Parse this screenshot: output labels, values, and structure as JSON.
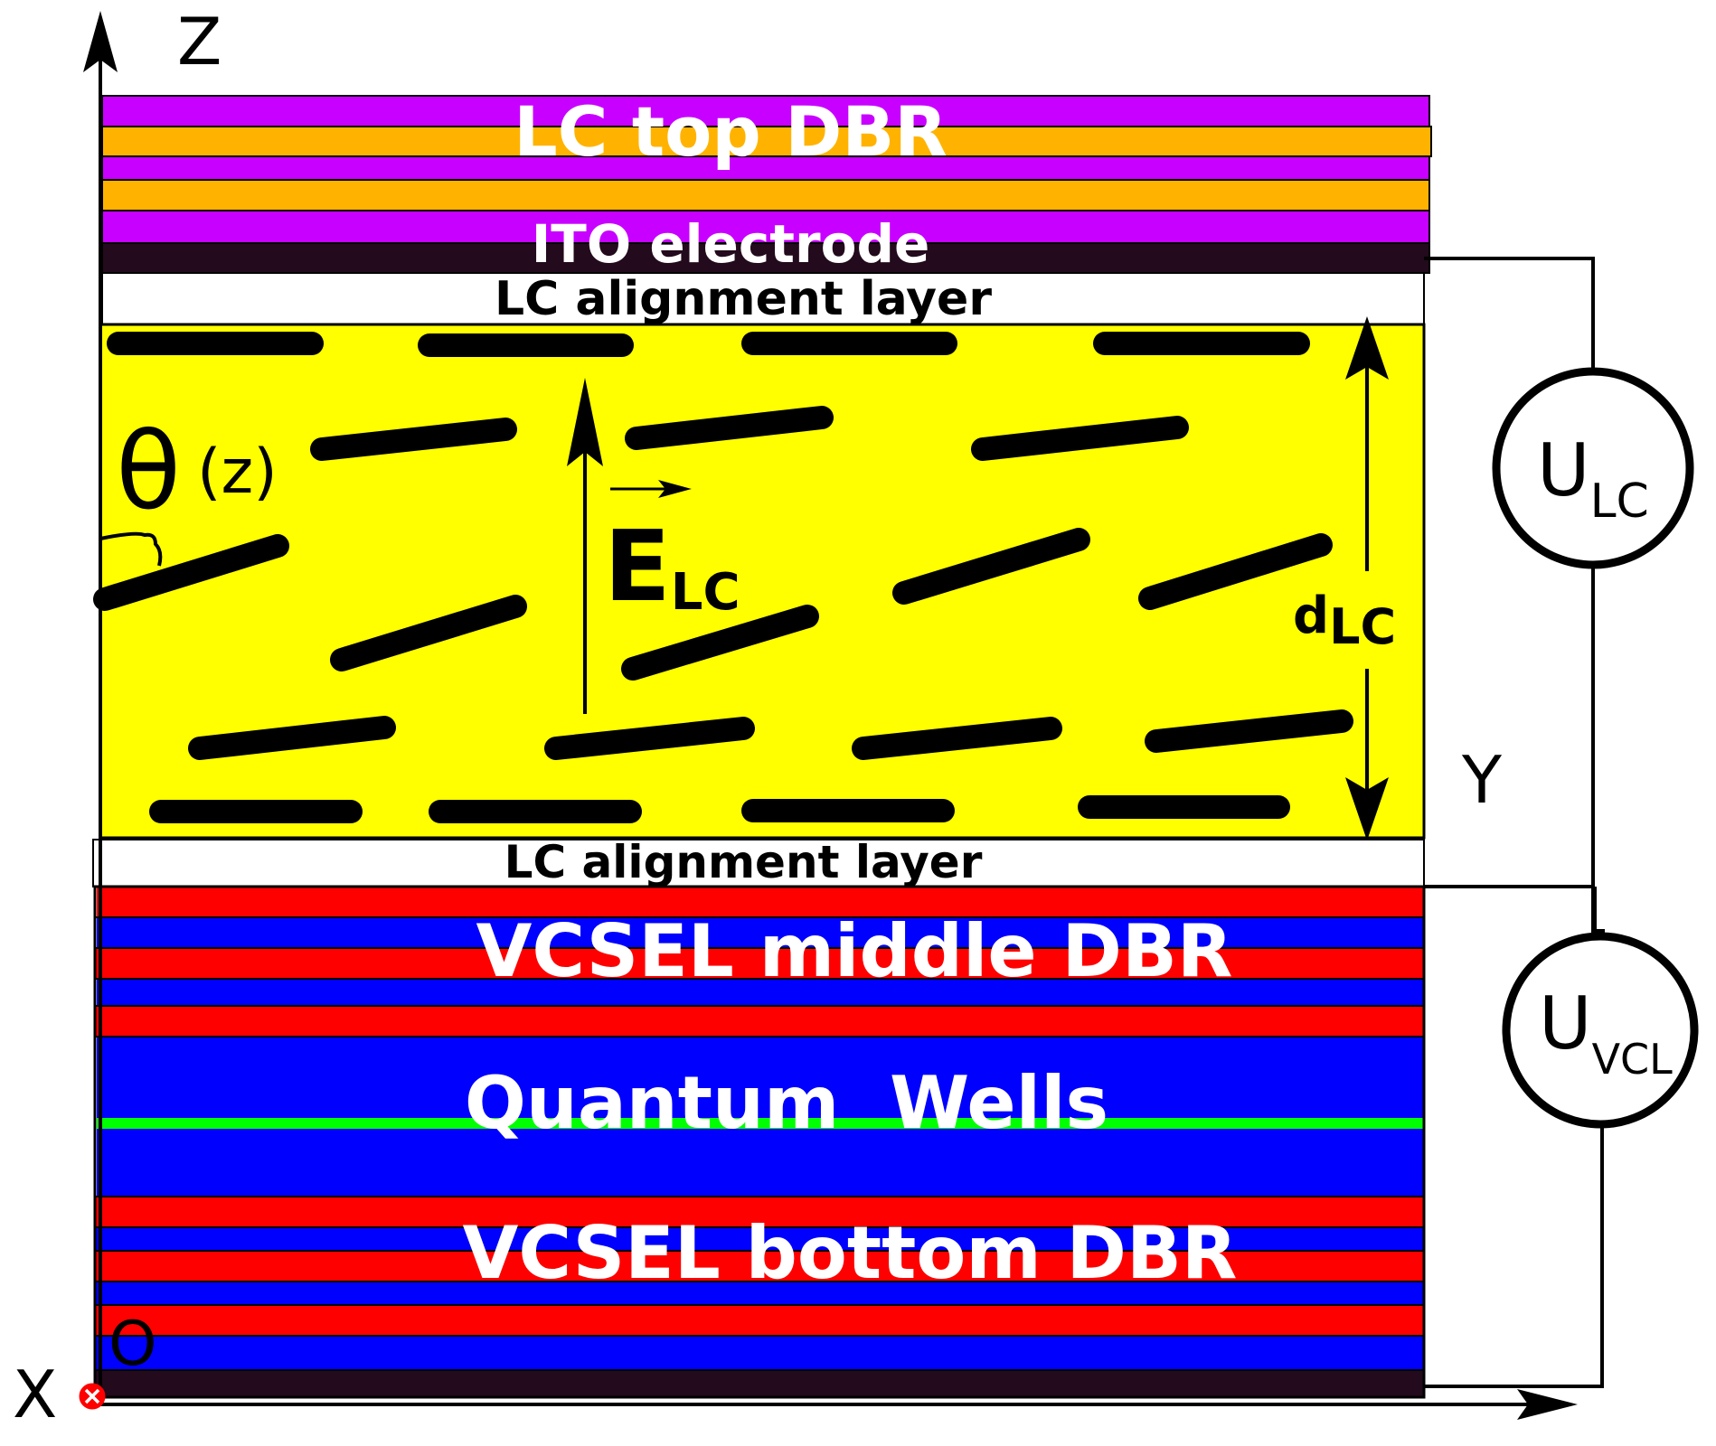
{
  "labels": {
    "z_axis": "Z",
    "y_axis": "Y",
    "x_axis": "X",
    "origin": "O",
    "lc_top_dbr": "LC top DBR",
    "ito_electrode": "ITO electrode",
    "lc_align_top": "LC alignment layer",
    "lc_align_bottom": "LC alignment layer",
    "vcsel_middle_dbr": "VCSEL middle DBR",
    "quantum_wells": "Quantum  Wells",
    "vcsel_bottom_dbr": "VCSEL bottom DBR",
    "theta": "θ",
    "theta_arg": "(z)",
    "e_symbol": "E",
    "e_sub": "LC",
    "d_symbol": "d",
    "d_sub": "LC",
    "u_lc_symbol": "U",
    "u_lc_sub": "LC",
    "u_vcl_symbol": "U",
    "u_vcl_sub": "VCL"
  },
  "colors": {
    "purple": "#c800ff",
    "orange": "#ffb300",
    "ito": "#230a1c",
    "yellow": "#ffff00",
    "red": "#ff0000",
    "blue": "#0000ff",
    "green": "#00ff00",
    "dark": "#230a1c"
  }
}
